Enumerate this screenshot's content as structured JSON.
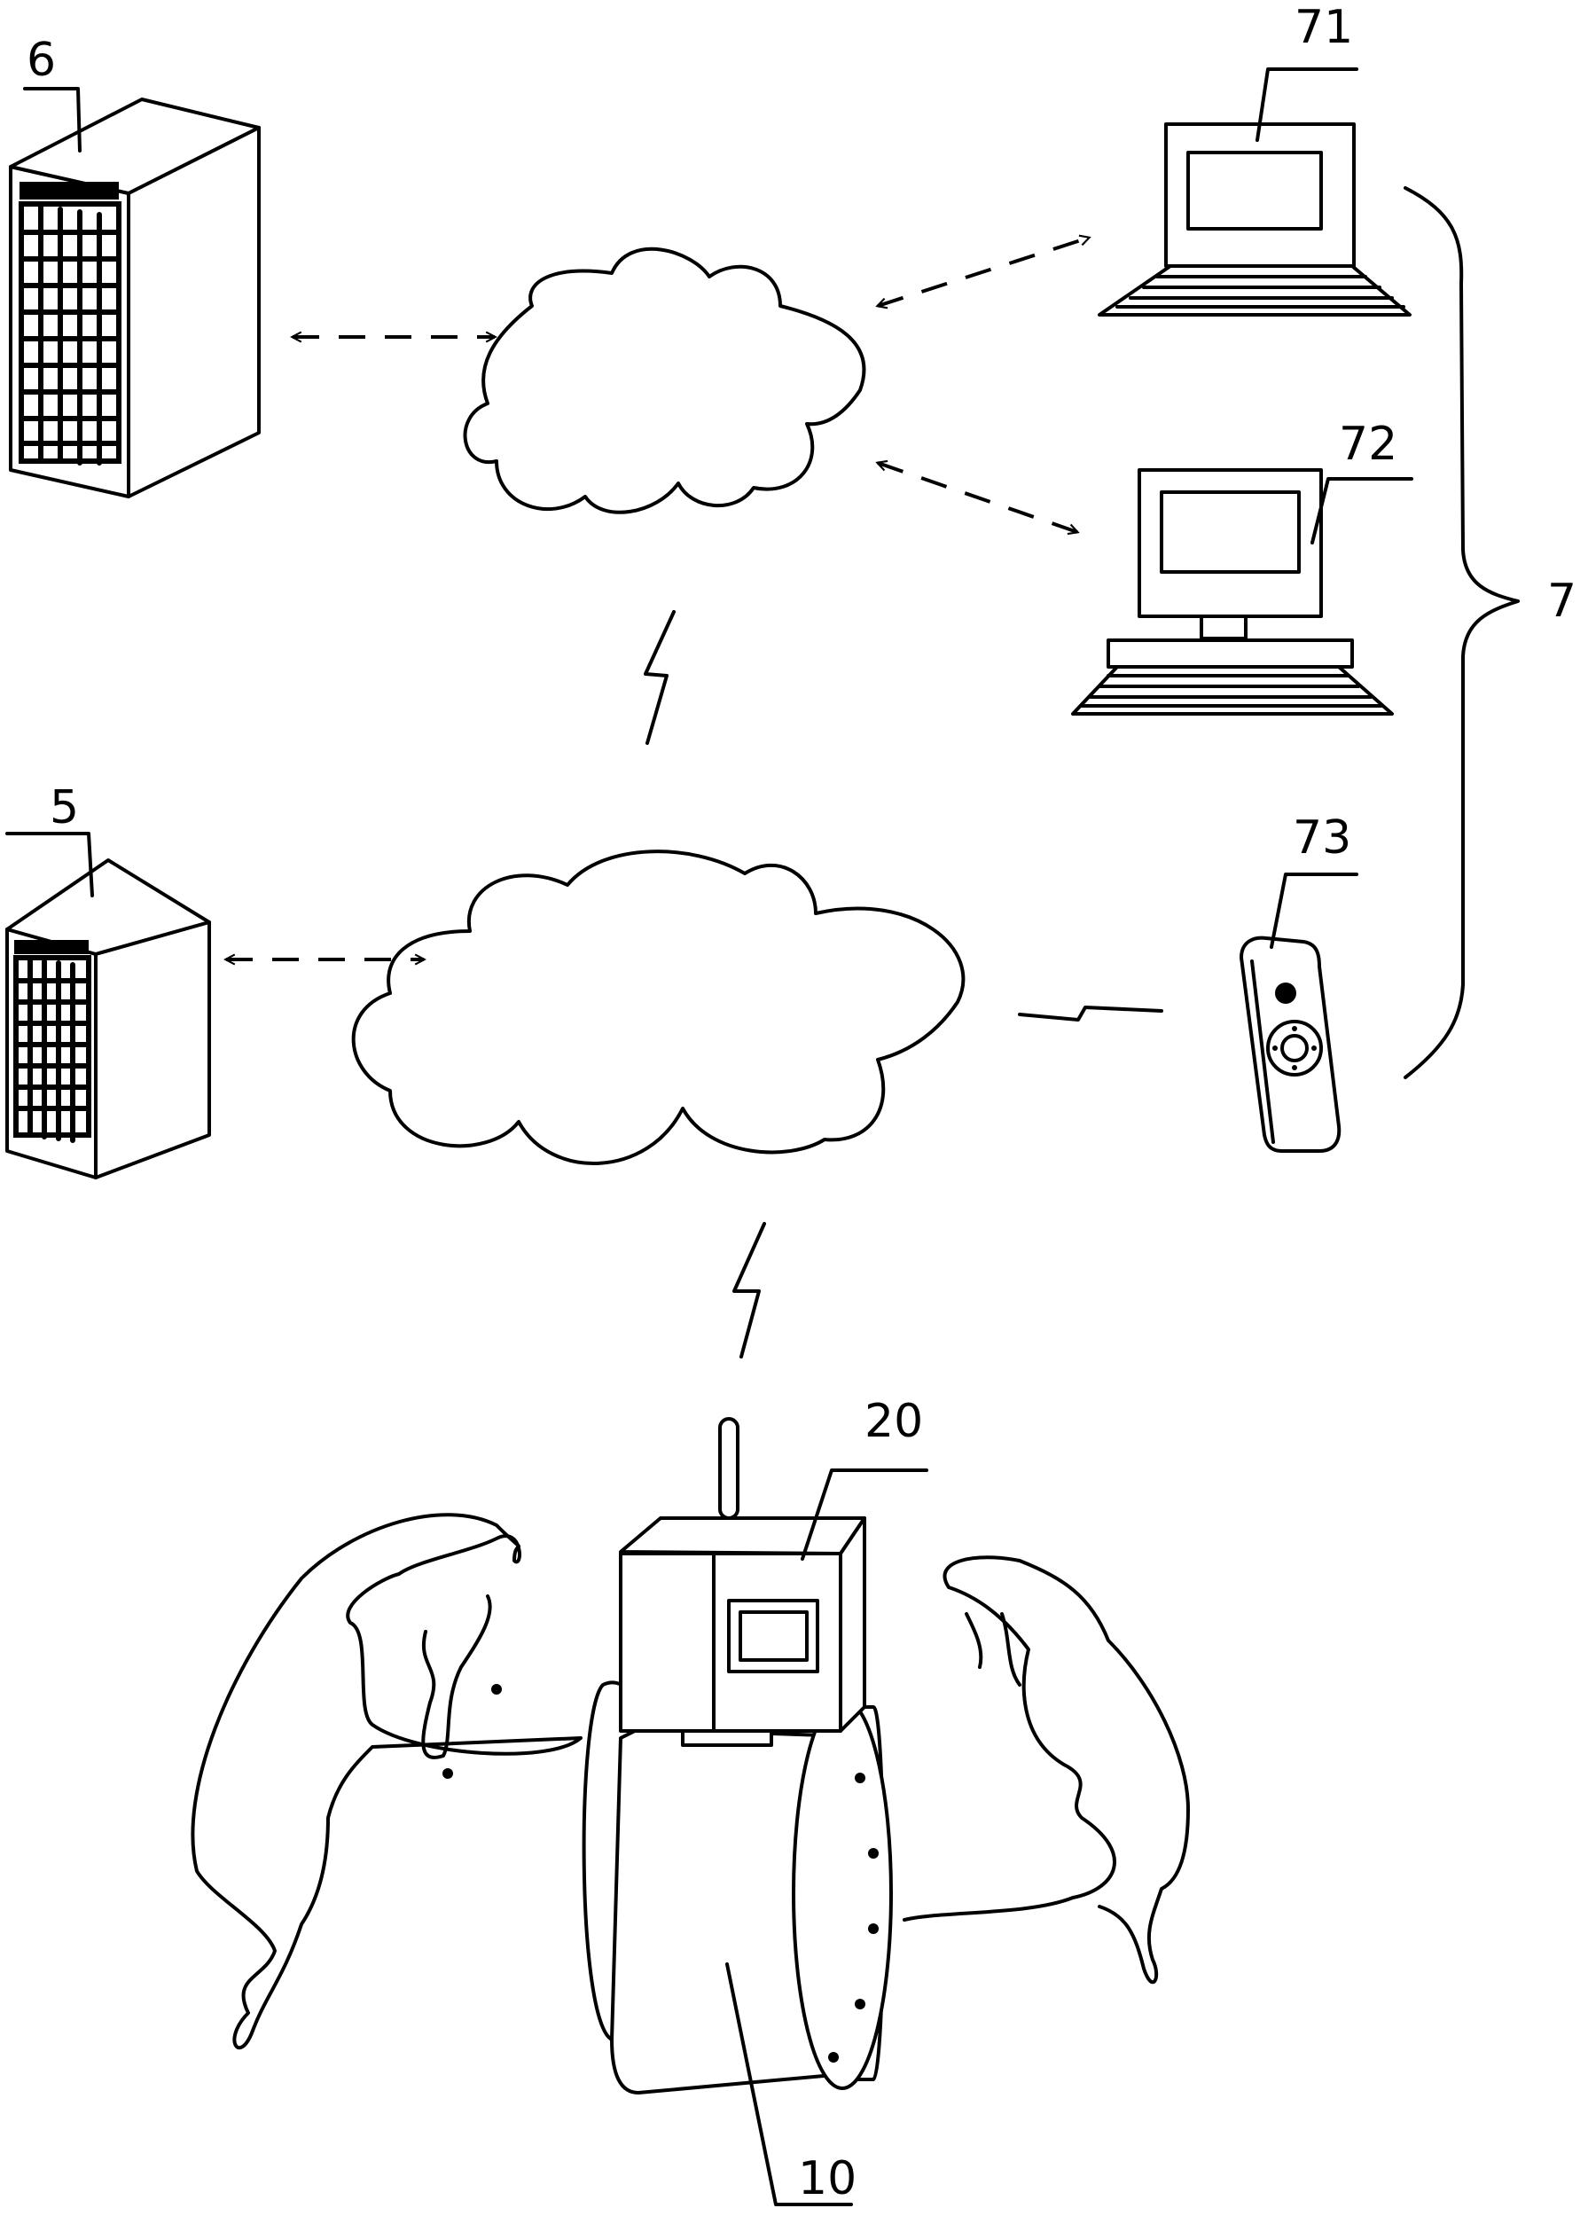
{
  "labels": {
    "server_6": "6",
    "laptop_71": "71",
    "desktop_72": "72",
    "terminal_group_7": "7",
    "phone_73": "73",
    "server_5": "5",
    "meter_20": "20",
    "pipe_10": "10"
  }
}
